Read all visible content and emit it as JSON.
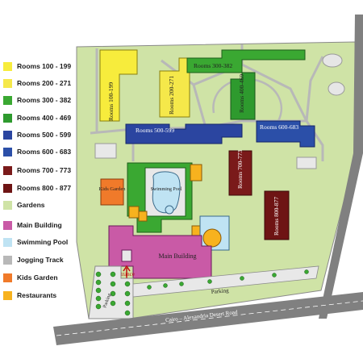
{
  "legend": [
    {
      "label": "Rooms 100 - 199",
      "color": "#f7ec3c"
    },
    {
      "label": "Rooms 200 - 271",
      "color": "#f5e84a"
    },
    {
      "label": "Rooms 300 - 382",
      "color": "#3aa832"
    },
    {
      "label": "Rooms 400 - 469",
      "color": "#2e9a2e"
    },
    {
      "label": "Rooms 500 - 599",
      "color": "#2b45a0"
    },
    {
      "label": "Rooms 600 - 683",
      "color": "#2b4fa8"
    },
    {
      "label": "Rooms 700 - 773",
      "color": "#7a1a1a"
    },
    {
      "label": "Rooms 800 - 877",
      "color": "#6e1414"
    },
    {
      "label": "Gardens",
      "color": "#cfe3a6"
    },
    {
      "label": "Main Building",
      "color": "#c95aa6"
    },
    {
      "label": "Swimming Pool",
      "color": "#bfe3f3"
    },
    {
      "label": "Jogging Track",
      "color": "#b8b8b8"
    },
    {
      "label": "Kids Garden",
      "color": "#f07a2a"
    },
    {
      "label": "Restaurants",
      "color": "#f7b21e"
    }
  ],
  "map": {
    "rooms_100": "Rooms 100-199",
    "rooms_200": "Rooms 200-271",
    "rooms_300": "Rooms 300-382",
    "rooms_400": "Rooms 400-469",
    "rooms_500": "Rooms 500-599",
    "rooms_600": "Rooms 600-683",
    "rooms_700": "Rooms 700-773",
    "rooms_800": "Rooms 800-877",
    "swimming_pool": "Swimming Pool",
    "main_building": "Main Building",
    "kids_garden": "Kids Garden",
    "entrance": "Entrance",
    "parking": "Parking",
    "parking_left": "Parking",
    "road": "Cairo – Alexandria Desert Road"
  }
}
